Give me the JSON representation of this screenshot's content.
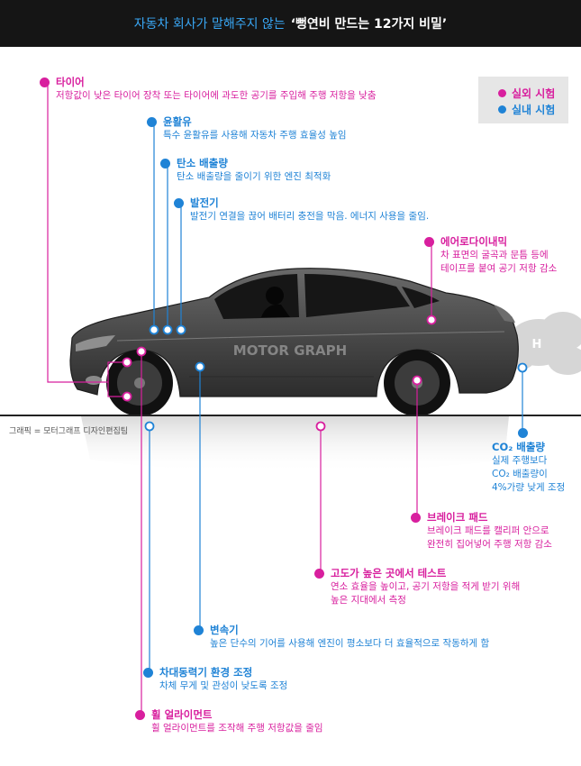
{
  "header": {
    "subtitle": "자동차 회사가 말해주지 않는",
    "title": "‘뻥연비 만드는 12가지 비밀’"
  },
  "legend": {
    "outdoor_label": "실외 시험",
    "indoor_label": "실내 시험",
    "outdoor_color": "#d81f9e",
    "indoor_color": "#1f83d6"
  },
  "watermark": "MOTOR GRAPH",
  "credit": "그래픽 = 모터그래프 디자인편집팀",
  "callouts": {
    "tire": {
      "title": "타이어",
      "desc": "저항값이 낮은 타이어 장착 또는 타이어에 과도한 공기를 주입해 주행 저항을 낮춤"
    },
    "lubricant": {
      "title": "윤활유",
      "desc": "특수 윤활유를 사용해 자동차 주행 효율성 높임"
    },
    "carbon": {
      "title": "탄소 배출량",
      "desc": "탄소 배출량을 줄이기 위한 엔진 최적화"
    },
    "generator": {
      "title": "발전기",
      "desc": "발전기 연결을 끊어 배터리 충전을 막음. 에너지 사용을 줄임."
    },
    "aero": {
      "title": "에어로다이내믹",
      "desc1": "차 표면의 굴곡과 문틈 등에",
      "desc2": "테이프를 붙여 공기 저항 감소"
    },
    "co2": {
      "title": "CO₂ 배출량",
      "desc1": "실제 주행보다",
      "desc2": "CO₂ 배출량이",
      "desc3": "4%가량 낮게 조정"
    },
    "brake": {
      "title": "브레이크 패드",
      "desc1": "브레이크 패드를 캘리퍼 안으로",
      "desc2": "완전히 집어넣어 주행 저항 감소"
    },
    "altitude": {
      "title": "고도가 높은 곳에서 테스트",
      "desc1": "연소 효율을 높이고, 공기 저항을 적게 받기 위해",
      "desc2": "높은 지대에서 측정"
    },
    "transmission": {
      "title": "변속기",
      "desc": "높은 단수의 기어를 사용해 엔진이 평소보다 더 효율적으로 작동하게 함"
    },
    "dyno": {
      "title": "차대동력기 환경 조정",
      "desc": "차체 무게 및 관성이 낮도록 조정"
    },
    "alignment": {
      "title": "휠 얼라이먼트",
      "desc": "휠 얼라이먼트를 조작해 주행 저항값을 줄임"
    }
  }
}
